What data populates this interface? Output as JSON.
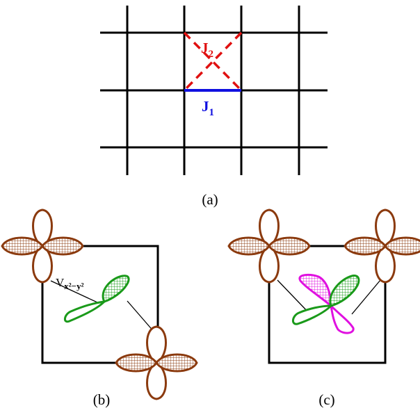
{
  "panels": {
    "a": {
      "caption": "(a)",
      "j1_label": "J",
      "j1_sub": "1",
      "j2_label": "J",
      "j2_sub": "2"
    },
    "b": {
      "caption": "(b)",
      "v_label": "V",
      "v_sub": "x²−y²"
    },
    "c": {
      "caption": "(c)"
    }
  },
  "colors": {
    "grid": "#000000",
    "j1": "#1010e0",
    "j2": "#e01010",
    "d_orbital": "#8b3a0e",
    "p_orbital_green": "#1a9a1a",
    "p_orbital_magenta": "#e010e0"
  }
}
